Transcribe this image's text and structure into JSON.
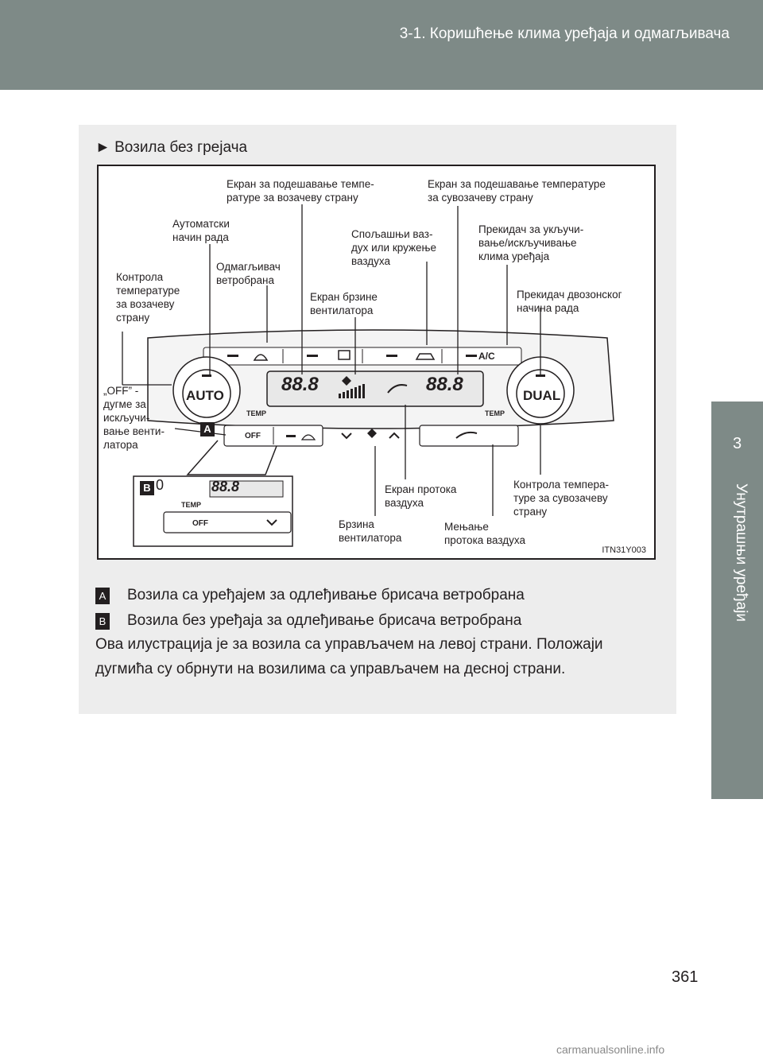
{
  "header": {
    "title": "3-1. Коришћење клима уређаја и одмагљивача"
  },
  "side_tab": {
    "number": "3",
    "label": "Унутрашњи уређаји"
  },
  "section": {
    "title": "► Возила без грејача"
  },
  "figure": {
    "code": "ITN31Y003",
    "callouts": {
      "driver_temp_display": "Екран за подешавање темпе-\nратуре за возачеву страну",
      "passenger_temp_display": "Екран за подешавање температуре\nза сувозачеву страну",
      "auto_mode": "Аутоматски\nначин рада",
      "outside_air": "Спољашњи ваз-\nдух или кружење\nваздуха",
      "ac_switch": "Прекидач за укључи-\nвање/искључивање\nклима уређаја",
      "defogger": "Одмагљивач\nветробрана",
      "driver_temp_control": "Контрола\nтемпературе\nза возачеву\nстрану",
      "fan_display": "Екран брзине\nвентилатора",
      "dual_switch": "Прекидач двозонског\nначина рада",
      "off_button": "„OFF” -\nдугме за\nискључи-\nвање венти-\nлатора",
      "airflow_display": "Екран протока\nваздуха",
      "passenger_temp_control": "Контрола темпера-\nтуре за сувозачеву\nстрану",
      "fan_speed": "Брзина\nвентилатора",
      "airflow_change": "Мењање\nпротока ваздуха"
    },
    "panel": {
      "auto_label": "AUTO",
      "dual_label": "DUAL",
      "temp_label": "TEMP",
      "off_label": "OFF",
      "ac_label": "A/C",
      "display_digits": "88.8",
      "inset_digit": "0",
      "tag_a": "A",
      "tag_b": "B"
    }
  },
  "legend": [
    {
      "badge": "A",
      "text": "Возила са уређајем за одлеђивање брисача ветробрана"
    },
    {
      "badge": "B",
      "text": "Возила без уређаја за одлеђивање брисача ветробрана"
    }
  ],
  "paragraph": "Ова илустрација је за возила са управљачем на левој страни. Положаји дугмића су обрнути на возилима са управљачем на десној страни.",
  "page_number": "361",
  "watermark": "carmanualsonline.info"
}
